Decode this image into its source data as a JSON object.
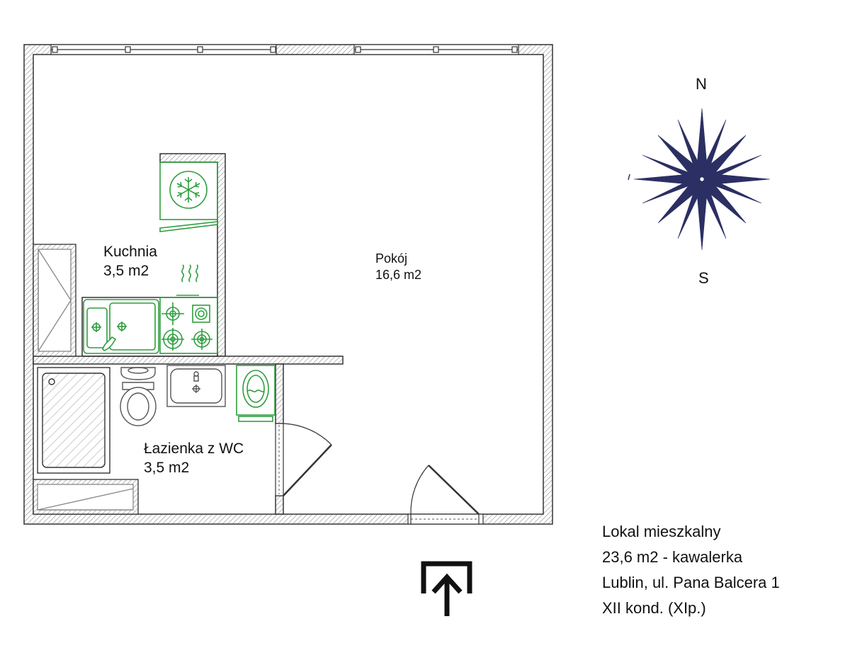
{
  "rooms": {
    "kitchen": {
      "name": "Kuchnia",
      "area": "3,5 m2"
    },
    "room": {
      "name": "Pokój",
      "area": "16,6 m2"
    },
    "bathroom": {
      "name": "Łazienka z WC",
      "area": "3,5 m2"
    }
  },
  "compass": {
    "north": "N",
    "south": "S",
    "star_color": "#2b2f63"
  },
  "info": {
    "line1": "Lokal mieszkalny",
    "line2": "23,6 m2 - kawalerka",
    "line3": "Lublin, ul. Pana Balcera 1",
    "line4": "XII kond. (XIp.)"
  },
  "colors": {
    "wall": "#333333",
    "fixtures": "#2e9e3e",
    "hatch": "#999999"
  },
  "icons": {
    "entrance": "entrance-arrow-icon",
    "compass": "compass-rose-icon",
    "fridge": "snowflake-icon"
  }
}
